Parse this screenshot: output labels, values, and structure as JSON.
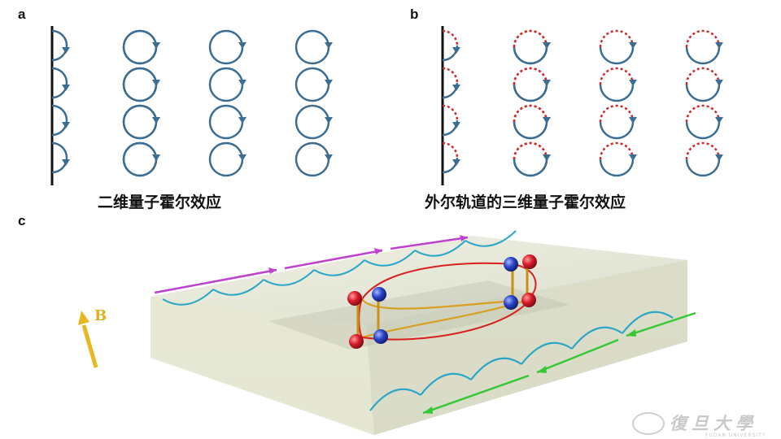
{
  "panels": {
    "a": {
      "label": "a",
      "caption": "二维量子霍尔效应"
    },
    "b": {
      "label": "b",
      "caption": "外尔轨道的三维量子霍尔效应"
    },
    "c": {
      "label": "c",
      "field_label": "B"
    }
  },
  "grid": {
    "rows": 4,
    "cols": 4
  },
  "colors": {
    "orbit": "#3c6d93",
    "edge_line": "#111111",
    "dashed_orbit": "#cc2b2b",
    "top_surface_arrow": "#c040d0",
    "bottom_surface_arrow": "#34c834",
    "surface_orbit": "#2aa6c8",
    "bulk_orbit_red": "#d82020",
    "bulk_orbit_gold": "#d8a020",
    "field_arrow": "#e8b820",
    "slab": "#e7ead6"
  },
  "watermark": {
    "title": "復旦大學",
    "subtitle": "FUDAN UNIVERSITY"
  }
}
